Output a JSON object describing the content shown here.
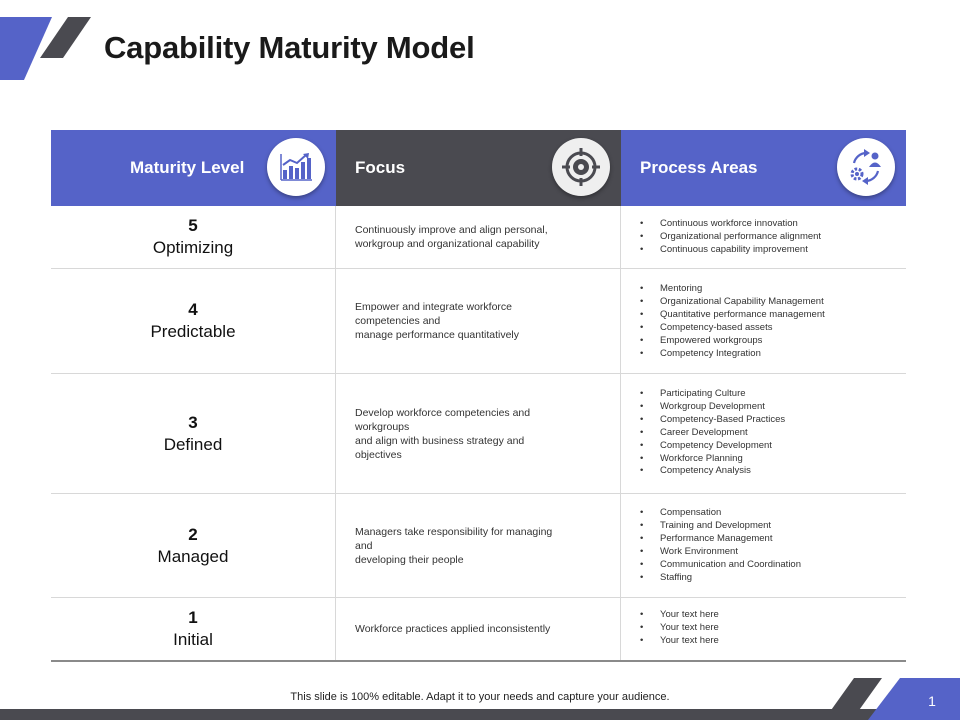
{
  "title": "Capability Maturity Model",
  "table": {
    "headers": {
      "maturity_level": "Maturity Level",
      "focus": "Focus",
      "process_areas": "Process Areas"
    },
    "rows": [
      {
        "number": "5",
        "level": "Optimizing",
        "focus": "Continuously improve and align personal,\n workgroup and organizational capability",
        "areas": [
          "Continuous workforce innovation",
          "Organizational performance alignment",
          "Continuous capability improvement"
        ]
      },
      {
        "number": "4",
        "level": "Predictable",
        "focus": "Empower and integrate workforce\ncompetencies and\nmanage performance quantitatively",
        "areas": [
          "Mentoring",
          "Organizational Capability Management",
          "Quantitative performance management",
          "Competency-based assets",
          "Empowered workgroups",
          "Competency Integration"
        ]
      },
      {
        "number": "3",
        "level": "Defined",
        "focus": "Develop workforce competencies and\nworkgroups\nand align with business strategy and\nobjectives",
        "areas": [
          "Participating Culture",
          "Workgroup Development",
          "Competency-Based Practices",
          "Career Development",
          "Competency Development",
          "Workforce Planning",
          "Competency Analysis"
        ]
      },
      {
        "number": "2",
        "level": "Managed",
        "focus": "Managers take responsibility for managing\nand\ndeveloping their people",
        "areas": [
          "Compensation",
          "Training and Development",
          "Performance Management",
          "Work Environment",
          "Communication and Coordination",
          "Staffing"
        ]
      },
      {
        "number": "1",
        "level": "Initial",
        "focus": "Workforce practices applied inconsistently",
        "areas": [
          "Your text here",
          "Your text here",
          "Your text here"
        ]
      }
    ]
  },
  "footer": {
    "note": "This slide is 100% editable. Adapt it to your needs and capture your audience.",
    "page_number": "1"
  },
  "icons": {
    "maturity_level": "growth-chart-icon",
    "focus": "target-icon",
    "process_areas": "process-cycle-icon"
  },
  "colors": {
    "accent_blue": "#5563c8",
    "dark_gray": "#4a4a50"
  }
}
